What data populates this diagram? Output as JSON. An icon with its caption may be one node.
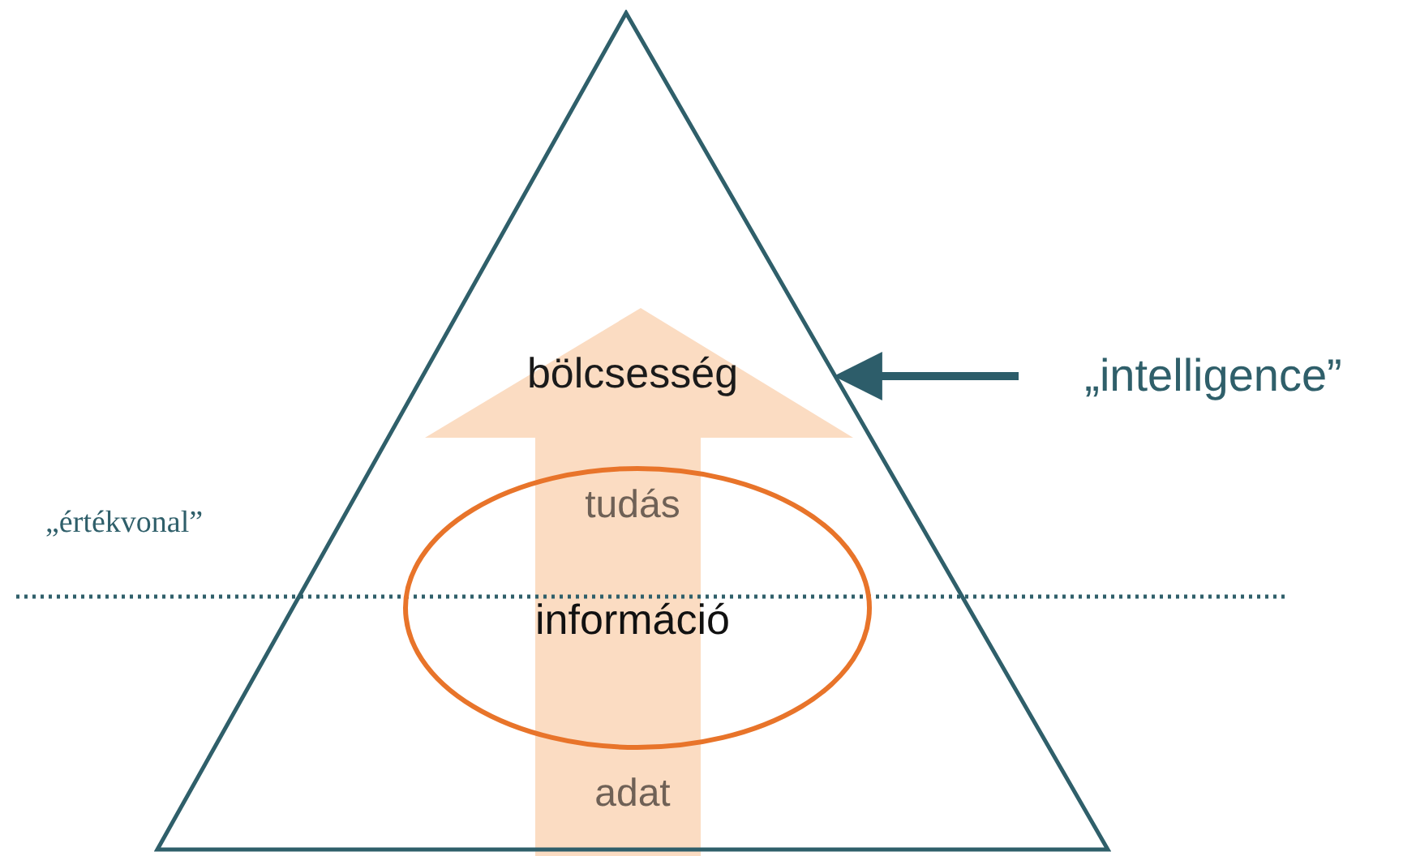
{
  "diagram": {
    "nodes": [
      {
        "text": [],
        "shape": "triangle"
      },
      {
        "text": [
          "bölcsesség"
        ],
        "in": 0
      },
      {
        "text": [],
        "shape": "ellipse",
        "in": 0
      },
      {
        "text": [
          "tudás"
        ],
        "in": 2
      },
      {
        "text": [
          "információ"
        ],
        "in": 2
      },
      {
        "text": [
          "adat"
        ],
        "in": 0
      },
      {
        "text": [
          "„intelligence”"
        ]
      }
    ],
    "edges": [
      {
        "from": 6,
        "to": 0,
        "arrow": "to"
      }
    ],
    "labels": [
      "„értékvonal”"
    ]
  }
}
